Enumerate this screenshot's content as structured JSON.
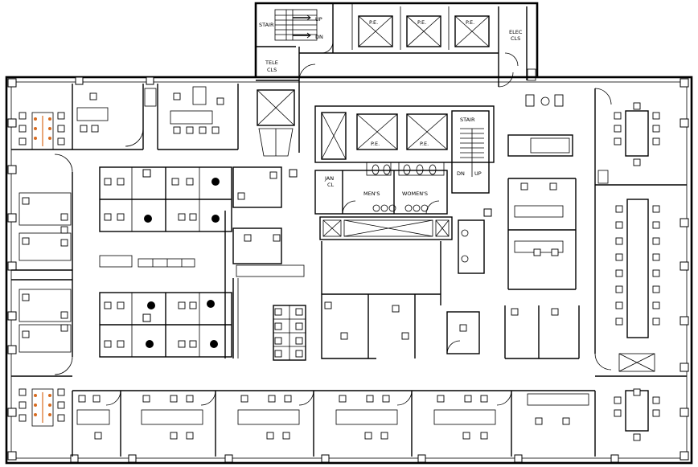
{
  "labels": {
    "stair_top": "STAIR",
    "up_top": "UP",
    "dn_top": "DN",
    "pe_1": "P.E.",
    "pe_2": "P.E.",
    "pe_3": "P.E.",
    "pe_4": "P.E.",
    "pe_5": "P.E.",
    "elec": "ELEC",
    "elec_cls": "CLS",
    "tele": "TELE",
    "tele_cls": "CLS",
    "stair_mid": "STAIR",
    "dn_mid": "DN",
    "up_mid": "UP",
    "jan": "JAN",
    "jan_cl": "CL",
    "mens": "MEN'S",
    "womens": "WOMEN'S"
  },
  "colors": {
    "line": "#000000",
    "background": "#ffffff",
    "accent": "#d86a1e"
  }
}
